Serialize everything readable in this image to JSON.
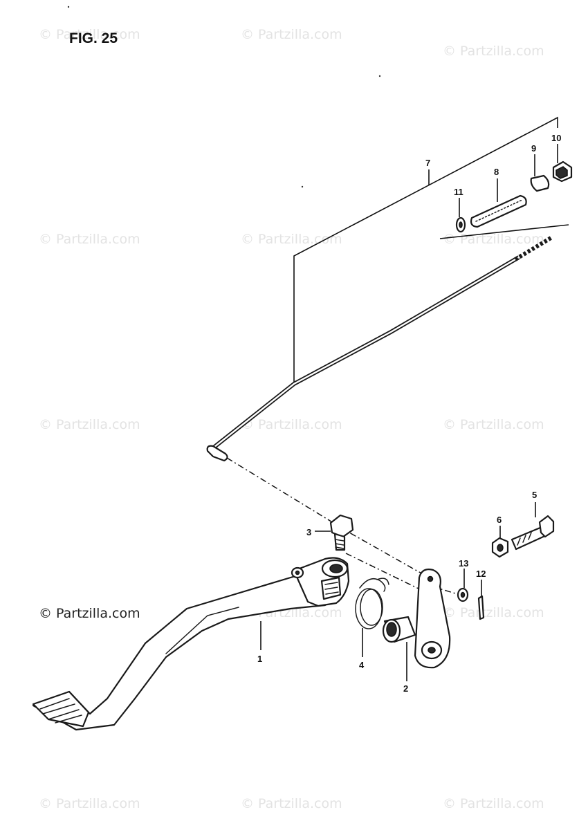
{
  "figure_label": "FIG. 25",
  "watermark": "© Partzilla.com",
  "watermark_primary": "© Partzilla.com",
  "callouts": {
    "c1": "1",
    "c2": "2",
    "c3": "3",
    "c4": "4",
    "c5": "5",
    "c6": "6",
    "c7": "7",
    "c8": "8",
    "c9": "9",
    "c10": "10",
    "c11": "11",
    "c12": "12",
    "c13": "13"
  }
}
